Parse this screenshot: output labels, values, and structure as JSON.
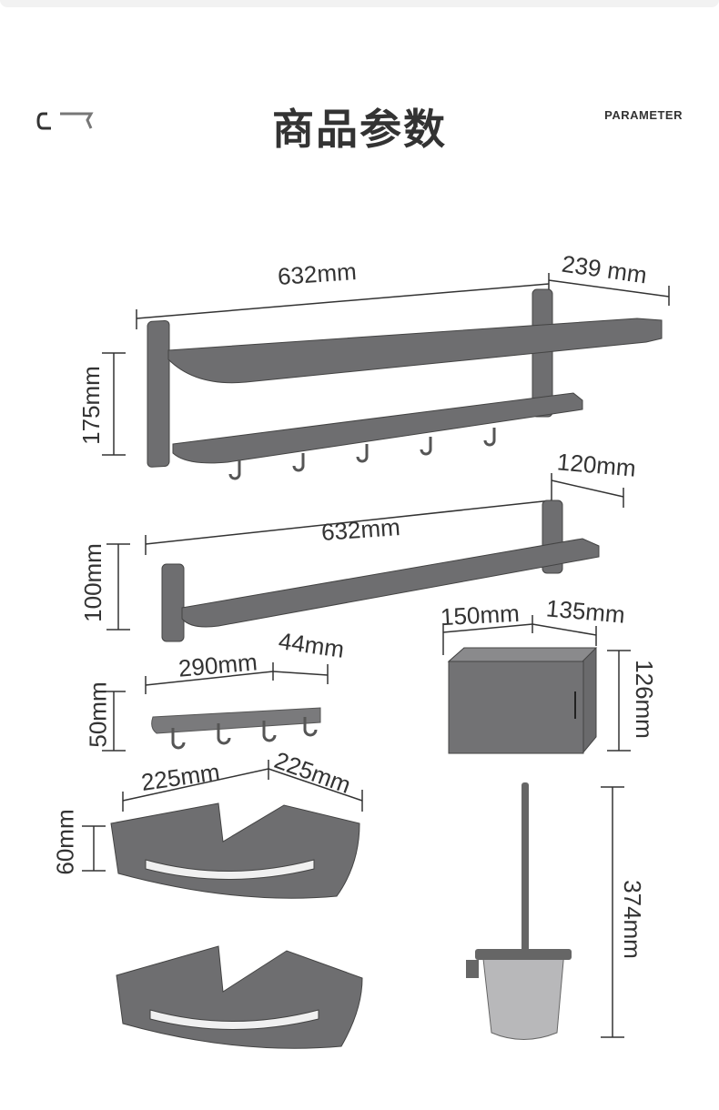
{
  "header": {
    "title": "商品参数",
    "subtitle": "PARAMETER"
  },
  "products": {
    "double_towel_rack": {
      "width": "632mm",
      "depth": "239 mm",
      "height": "175mm"
    },
    "single_towel_bar": {
      "depth": "120mm",
      "width": "632mm",
      "height": "100mm"
    },
    "hook_rail": {
      "width": "290mm",
      "depth": "44mm",
      "height": "50mm"
    },
    "paper_holder": {
      "width": "150mm",
      "depth": "135mm",
      "height": "126mm"
    },
    "corner_shelf": {
      "side_a": "225mm",
      "side_b": "225mm",
      "height": "60mm"
    },
    "toilet_brush": {
      "height": "374mm"
    }
  },
  "colors": {
    "product": "#6e6e70",
    "line": "#333333"
  }
}
